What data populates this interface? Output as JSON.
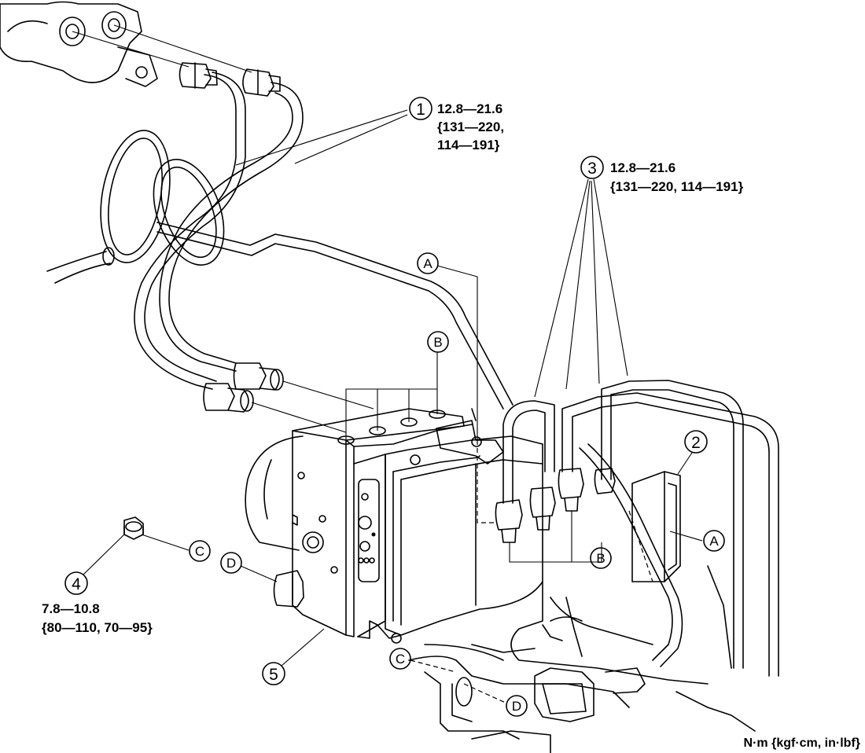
{
  "callouts": {
    "c1": {
      "num": "1",
      "torque": [
        "12.8—21.6",
        "{131—220,",
        "114—191}"
      ]
    },
    "c2": {
      "num": "2"
    },
    "c3": {
      "num": "3",
      "torque": [
        "12.8—21.6",
        "{131—220, 114—191}"
      ]
    },
    "c4": {
      "num": "4",
      "torque": [
        "7.8—10.8",
        "{80—110, 70—95}"
      ]
    },
    "c5": {
      "num": "5"
    }
  },
  "letters": {
    "A": "A",
    "B": "B",
    "C": "C",
    "D": "D"
  },
  "units": "N·m {kgf·cm, in·lbf}"
}
